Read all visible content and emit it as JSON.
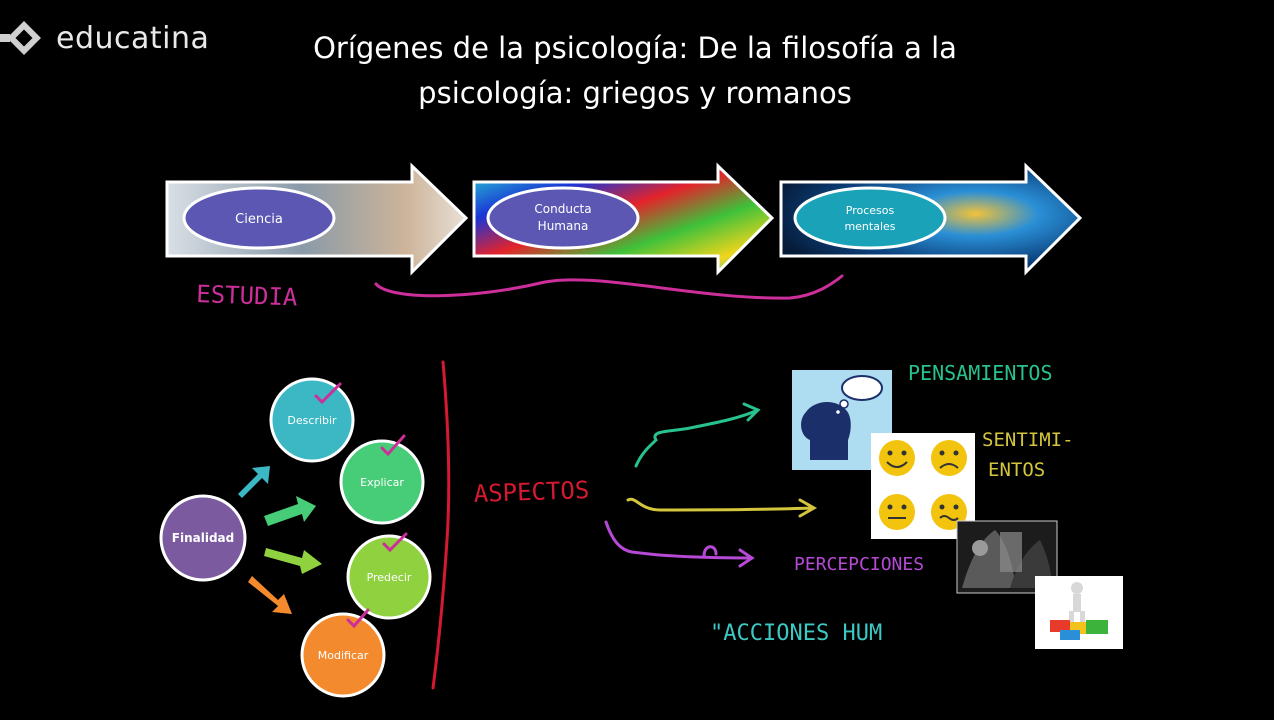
{
  "brand": {
    "name": "educatina"
  },
  "title": "Orígenes de la psicología: De la filosofía a la psicología: griegos y romanos",
  "arrows": [
    {
      "label": [
        "Ciencia"
      ]
    },
    {
      "label": [
        "Conducta",
        "Humana"
      ]
    },
    {
      "label": [
        "Procesos",
        "mentales"
      ]
    }
  ],
  "annotations": {
    "estudia": "ESTUDIA",
    "aspectos": "ASPECTOS",
    "pensamientos": "PENSAMIENTOS",
    "sentimientos": [
      "SENTIMI-",
      "ENTOS"
    ],
    "percepciones": "PERCEPCIONES",
    "acciones": "\"ACCIONES HUM"
  },
  "cycle": {
    "center": "Finalidad",
    "items": [
      "Describir",
      "Explicar",
      "Predecir",
      "Modificar"
    ]
  },
  "colors": {
    "accent_magenta": "#cc2e9a",
    "finalidad": "#7b5aa0",
    "describir": "#3cb7c4",
    "explicar": "#47cc78",
    "predecir": "#8fd13e",
    "modificar": "#f48a2e",
    "divider": "#d51931",
    "green_text": "#27c28e",
    "yellow_text": "#d4c63c",
    "purple_text": "#b64ad6",
    "teal_text": "#3cc9c4"
  },
  "icons": [
    "educatina-logo-icon",
    "head-thought-icon",
    "smiley-faces-icon",
    "perception-image",
    "puzzle-figure-icon"
  ]
}
